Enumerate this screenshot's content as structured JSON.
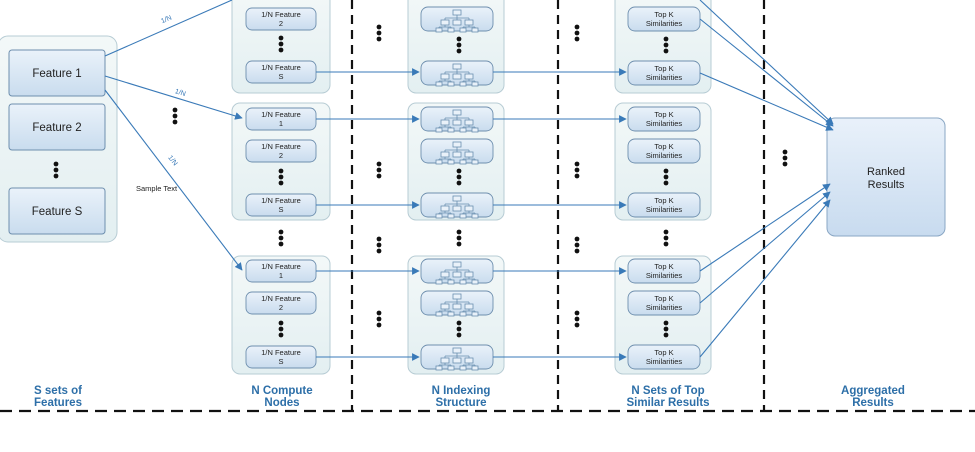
{
  "features": {
    "items": [
      "Feature 1",
      "Feature 2",
      "Feature S"
    ]
  },
  "compute": {
    "line1": "1/N Feature",
    "num1": "1",
    "num2": "2",
    "numS": "S"
  },
  "results": {
    "line1": "Top K",
    "line2": "Similarities"
  },
  "ranked": {
    "line1": "Ranked",
    "line2": "Results"
  },
  "edge_labels": {
    "fraction": "1/N",
    "sample": "Sample Text"
  },
  "columns": [
    {
      "line1": "S sets of",
      "line2": "Features"
    },
    {
      "line1": "N Compute",
      "line2": "Nodes"
    },
    {
      "line1": "N Indexing",
      "line2": "Structure"
    },
    {
      "line1": "N Sets of Top",
      "line2": "Similar Results"
    },
    {
      "line1": "Aggregated",
      "line2": "Results"
    }
  ],
  "colors": {
    "accent": "#2d6fa8",
    "arrow": "#3a7ab8",
    "box_fill": "#d7e6f3",
    "panel_fill": "#eef5f6",
    "ranked_fill": "#dbe8f5"
  }
}
